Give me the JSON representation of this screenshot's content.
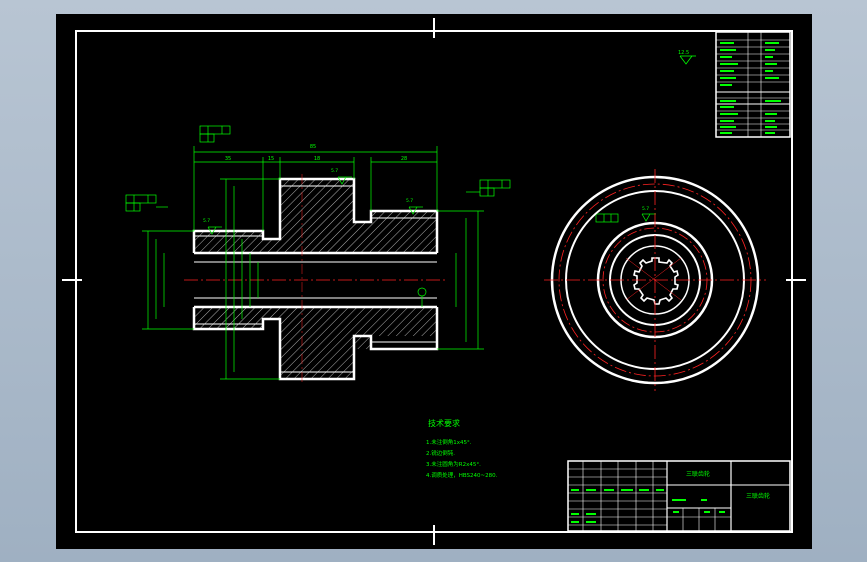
{
  "drawing": {
    "title_block_name": "三联齿轮",
    "title_block_code": "三联齿轮",
    "notes_heading": "技术要求",
    "notes": [
      "1.未注倒角1x45°.",
      "2.锐边倒钝.",
      "3.未注圆角为R2x45°.",
      "4.调质处理，HBS240~280."
    ],
    "roughness_general": "12.5",
    "roughness_symbols": [
      "5.7",
      "5.7",
      "5.7",
      "5.7"
    ],
    "dimensions": {
      "overall_length": "85",
      "seg_left": "35",
      "seg_mid_a": "15",
      "seg_mid_b": "18",
      "seg_right": "28"
    },
    "gear_table_rows": 14
  },
  "colors": {
    "paper": "#000000",
    "outline": "#ffffff",
    "dimension": "#00ff00",
    "centerline": "#ff2020",
    "frame_bg": "#a9b7c6"
  }
}
